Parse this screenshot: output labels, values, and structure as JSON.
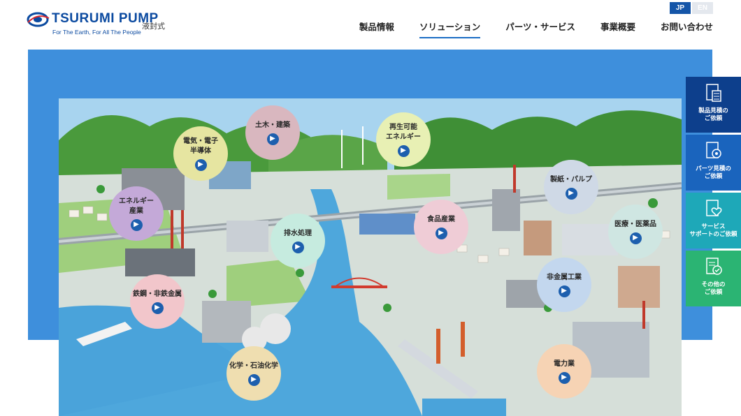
{
  "brand": {
    "name": "TSURUMI PUMP",
    "tagline": "For The Earth, For All The People",
    "colors": {
      "primary": "#0b4aa0",
      "accent": "#1a6cc4",
      "hero": "#3e8fdc"
    }
  },
  "header": {
    "subtitle": "液封式",
    "languages": [
      {
        "code": "JP",
        "active": true
      },
      {
        "code": "EN",
        "active": false
      }
    ],
    "nav": [
      {
        "label": "製品情報",
        "active": false
      },
      {
        "label": "ソリューション",
        "active": true
      },
      {
        "label": "パーツ・サービス",
        "active": false
      },
      {
        "label": "事業概要",
        "active": false
      },
      {
        "label": "お問い合わせ",
        "active": false
      }
    ]
  },
  "industries": [
    {
      "label": "土木・建築",
      "color": "#d9b7bf",
      "icon": "chevron-right-icon"
    },
    {
      "label": "電気・電子\n半導体",
      "color": "#e6e5a1",
      "icon": "chevron-right-icon"
    },
    {
      "label": "再生可能\nエネルギー",
      "color": "#e8f0b4",
      "icon": "chevron-right-icon"
    },
    {
      "label": "製紙・パルプ",
      "color": "#cfd9e6",
      "icon": "chevron-right-icon"
    },
    {
      "label": "エネルギー\n産業",
      "color": "#c4a9d8",
      "icon": "chevron-right-icon"
    },
    {
      "label": "食品産業",
      "color": "#efccd6",
      "icon": "chevron-right-icon"
    },
    {
      "label": "医療・医薬品",
      "color": "#cfe6e2",
      "icon": "chevron-right-icon"
    },
    {
      "label": "排水処理",
      "color": "#c6ebdf",
      "icon": "chevron-right-icon"
    },
    {
      "label": "鉄鋼・非鉄金属",
      "color": "#f2c6cb",
      "icon": "chevron-right-icon"
    },
    {
      "label": "非金属工業",
      "color": "#c3d7ee",
      "icon": "chevron-right-icon"
    },
    {
      "label": "化学・石油化学",
      "color": "#efdeb0",
      "icon": "chevron-right-icon"
    },
    {
      "label": "電力業",
      "color": "#f6d3b4",
      "icon": "chevron-right-icon"
    }
  ],
  "side_buttons": [
    {
      "label": "製品見積の\nご依頼",
      "icon": "calculator-document-icon",
      "color": "#0d3f8c"
    },
    {
      "label": "パーツ見積の\nご依頼",
      "icon": "gear-document-icon",
      "color": "#1a64bd"
    },
    {
      "label": "サービス\nサポートのご依頼",
      "icon": "heart-document-icon",
      "color": "#1ea8b8"
    },
    {
      "label": "その他の\nご依頼",
      "icon": "checklist-icon",
      "color": "#2bb473"
    }
  ]
}
